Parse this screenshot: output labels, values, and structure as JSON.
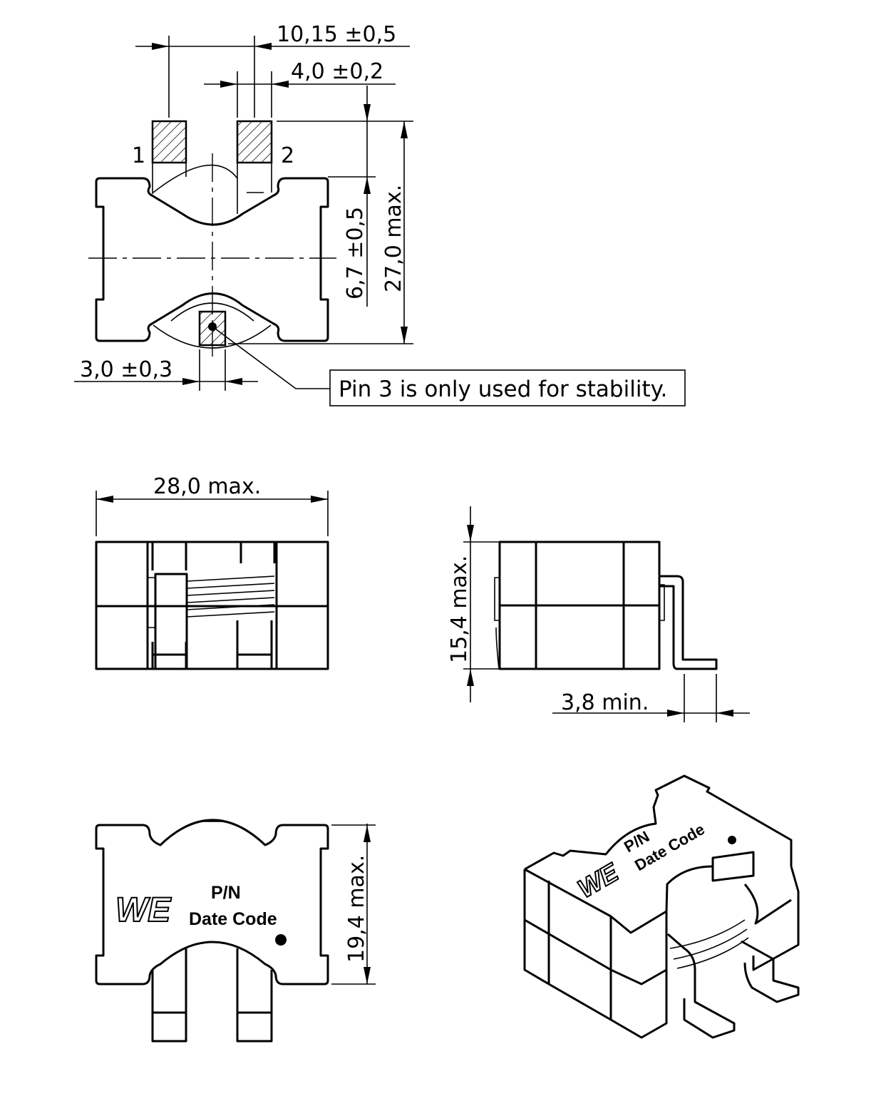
{
  "top_view": {
    "dim_pin_pitch": "10,15 ±0,5",
    "dim_pad_width": "4,0 ±0,2",
    "dim_pad_offset": "6,7 ±0,5",
    "dim_length": "27,0 max.",
    "dim_pin3_width": "3,0 ±0,3",
    "pin1_label": "1",
    "pin2_label": "2",
    "note": "Pin 3 is only used for stability."
  },
  "front_view": {
    "dim_width": "28,0  max."
  },
  "side_view": {
    "dim_height": "15,4  max.",
    "dim_lead": "3,8  min."
  },
  "bottom_view": {
    "dim_depth": "19,4  max.",
    "logo": "WE",
    "marking_pn": "P/N",
    "marking_date": "Date Code"
  },
  "iso_view": {
    "logo": "WE",
    "marking_pn": "P/N",
    "marking_date": "Date Code"
  }
}
